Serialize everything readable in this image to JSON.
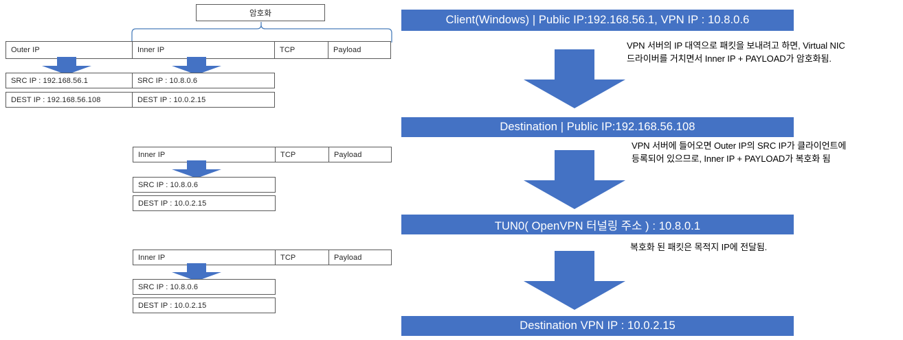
{
  "colors": {
    "accent_blue": "#4472C4",
    "border_gray": "#595959",
    "brace_blue": "#4A7EBB",
    "text_dark": "#262626",
    "bar_text": "#FFFFFF",
    "background": "#FFFFFF"
  },
  "encryption_label": {
    "text": "암호화"
  },
  "packet_sections": [
    {
      "id": "outer-encapsulated-packet",
      "header_cells": [
        {
          "label": "Outer IP"
        },
        {
          "label": "Inner IP"
        },
        {
          "label": "TCP"
        },
        {
          "label": "Payload"
        }
      ],
      "detail_rows": [
        [
          {
            "label": "SRC IP : 192.168.56.1"
          },
          {
            "label": "SRC IP : 10.8.0.6"
          }
        ],
        [
          {
            "label": "DEST IP : 192.168.56.108"
          },
          {
            "label": "DEST IP : 10.0.2.15"
          }
        ]
      ]
    },
    {
      "id": "decrypted-inner-packet-1",
      "header_cells": [
        {
          "label": "Inner IP"
        },
        {
          "label": "TCP"
        },
        {
          "label": "Payload"
        }
      ],
      "detail_rows": [
        [
          {
            "label": "SRC IP : 10.8.0.6"
          }
        ],
        [
          {
            "label": "DEST IP : 10.0.2.15"
          }
        ]
      ]
    },
    {
      "id": "decrypted-inner-packet-2",
      "header_cells": [
        {
          "label": "Inner IP"
        },
        {
          "label": "TCP"
        },
        {
          "label": "Payload"
        }
      ],
      "detail_rows": [
        [
          {
            "label": "SRC IP : 10.8.0.6"
          }
        ],
        [
          {
            "label": "DEST IP : 10.0.2.15"
          }
        ]
      ]
    }
  ],
  "flow": {
    "steps": [
      {
        "id": "client",
        "label": "Client(Windows) | Public IP:192.168.56.1, VPN IP : 10.8.0.6"
      },
      {
        "id": "destination-server",
        "label": "Destination | Public IP:192.168.56.108"
      },
      {
        "id": "tun0",
        "label": "TUN0( OpenVPN 터널링 주소 ) : 10.8.0.1"
      },
      {
        "id": "destination-vpn-ip",
        "label": "Destination VPN IP : 10.0.2.15"
      }
    ],
    "notes": [
      {
        "id": "note-encrypt",
        "lines": [
          "VPN 서버의 IP 대역으로 패킷을 보내려고 하면,  Virtual NIC",
          "드라이버를 거치면서 Inner IP + PAYLOAD가 암호화됨."
        ]
      },
      {
        "id": "note-decrypt",
        "lines": [
          "VPN 서버에 들어오면 Outer IP의 SRC IP가 클라이언트에",
          "등록되어 있으므로, Inner IP + PAYLOAD가 복호화 됨"
        ]
      },
      {
        "id": "note-deliver",
        "lines": [
          "복호화 된 패킷은 목적지 IP에 전달됨."
        ]
      }
    ]
  }
}
